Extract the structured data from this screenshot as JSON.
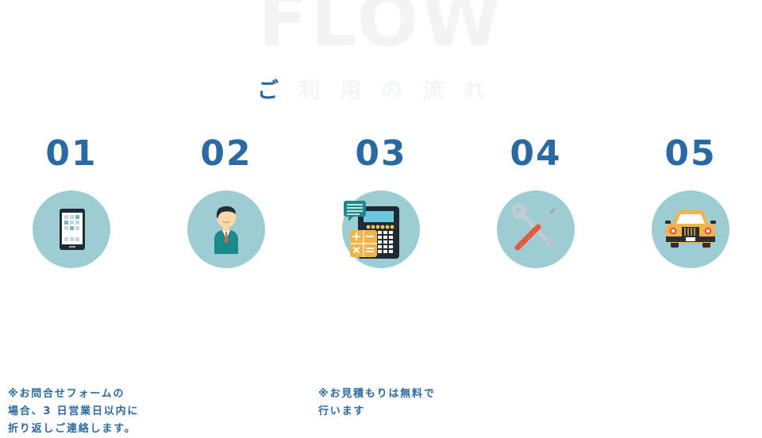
{
  "header": {
    "title": "FLOW",
    "subtitle_visible": "ご",
    "subtitle_faded": "利用の流れ"
  },
  "steps": [
    {
      "number": "01",
      "icon": "smartphone-icon"
    },
    {
      "number": "02",
      "icon": "staff-person-icon"
    },
    {
      "number": "03",
      "icon": "calculator-icon"
    },
    {
      "number": "04",
      "icon": "tools-icon"
    },
    {
      "number": "05",
      "icon": "car-icon"
    }
  ],
  "notes": {
    "step1": [
      "※お問合せフォームの",
      "場合、3 日営業日以内に",
      "折り返しご連絡します。"
    ],
    "step3": [
      "※お見積もりは無料で",
      "行います"
    ]
  },
  "colors": {
    "accent": "#2a6aa3",
    "circle": "#9dcdd2",
    "title_faded": "#f4f4f4"
  }
}
